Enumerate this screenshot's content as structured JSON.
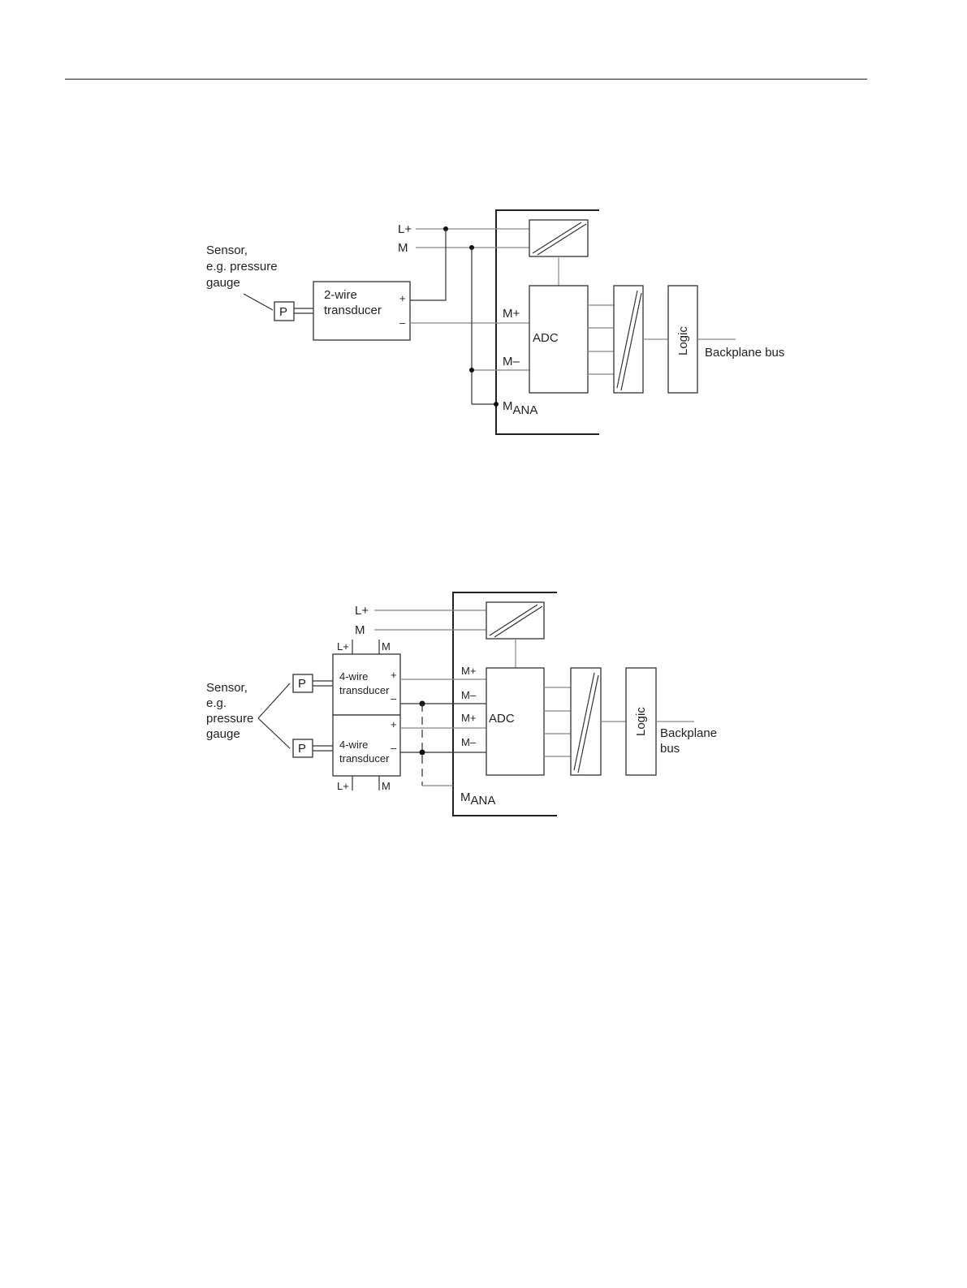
{
  "diagram1": {
    "sensor_label": [
      "Sensor,",
      "e.g. pressure",
      "gauge"
    ],
    "sensor_symbol": "P",
    "transducer_label": [
      "2-wire",
      "transducer"
    ],
    "transducer_plus": "+",
    "transducer_minus": "–",
    "supply_lplus": "L+",
    "supply_m": "M",
    "input_mplus": "M+",
    "input_mminus": "M–",
    "mana_main": "M",
    "mana_sub": "ANA",
    "adc_label": "ADC",
    "logic_label": "Logic",
    "bus_label": "Backplane bus"
  },
  "diagram2": {
    "sensor_label": [
      "Sensor,",
      "e.g.",
      "pressure",
      "gauge"
    ],
    "sensor_symbol_1": "P",
    "sensor_symbol_2": "P",
    "transducer_1_label": [
      "4-wire",
      "transducer"
    ],
    "transducer_2_label": [
      "4-wire",
      "transducer"
    ],
    "transducer_plus": "+",
    "transducer_minus": "–",
    "top_lplus": "L+",
    "top_m": "M",
    "bottom_lplus": "L+",
    "bottom_m": "M",
    "supply_lplus": "L+",
    "supply_m": "M",
    "input_mplus_1": "M+",
    "input_mminus_1": "M–",
    "input_mplus_2": "M+",
    "input_mminus_2": "M–",
    "mana_main": "M",
    "mana_sub": "ANA",
    "adc_label": "ADC",
    "logic_label": "Logic",
    "bus_label": [
      "Backplane",
      "bus"
    ]
  }
}
